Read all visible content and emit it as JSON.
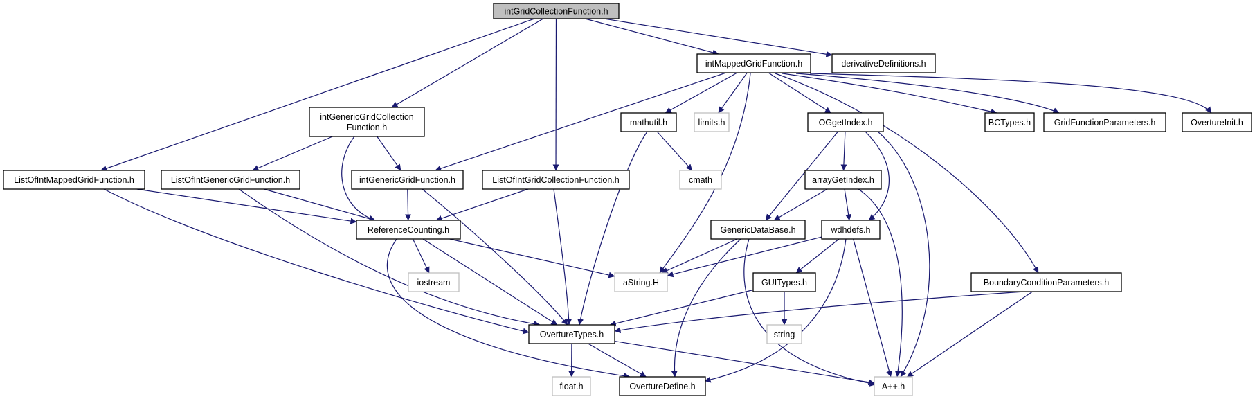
{
  "colors": {
    "edge": "#191970",
    "root_fill": "#bfbfbf",
    "node_border": "#000000",
    "external_border": "#bfbfbf",
    "background": "#ffffff"
  },
  "nodes": [
    {
      "id": "root",
      "label": "intGridCollectionFunction.h",
      "kind": "root"
    },
    {
      "id": "mapped",
      "label": "intMappedGridFunction.h",
      "kind": "file"
    },
    {
      "id": "deriv",
      "label": "derivativeDefinitions.h",
      "kind": "file"
    },
    {
      "id": "genericColl",
      "label": "intGenericGridCollection\nFunction.h",
      "kind": "file"
    },
    {
      "id": "mathutil",
      "label": "mathutil.h",
      "kind": "file"
    },
    {
      "id": "limits",
      "label": "limits.h",
      "kind": "external"
    },
    {
      "id": "ogget",
      "label": "OGgetIndex.h",
      "kind": "file"
    },
    {
      "id": "bctypes",
      "label": "BCTypes.h",
      "kind": "file"
    },
    {
      "id": "gfparams",
      "label": "GridFunctionParameters.h",
      "kind": "file"
    },
    {
      "id": "ovinit",
      "label": "OvertureInit.h",
      "kind": "file"
    },
    {
      "id": "listMapped",
      "label": "ListOfIntMappedGridFunction.h",
      "kind": "file"
    },
    {
      "id": "listGeneric",
      "label": "ListOfIntGenericGridFunction.h",
      "kind": "file"
    },
    {
      "id": "genericGF",
      "label": "intGenericGridFunction.h",
      "kind": "file"
    },
    {
      "id": "listColl",
      "label": "ListOfIntGridCollectionFunction.h",
      "kind": "file"
    },
    {
      "id": "cmath",
      "label": "cmath",
      "kind": "external"
    },
    {
      "id": "arrayget",
      "label": "arrayGetIndex.h",
      "kind": "file"
    },
    {
      "id": "refcount",
      "label": "ReferenceCounting.h",
      "kind": "file"
    },
    {
      "id": "gdb",
      "label": "GenericDataBase.h",
      "kind": "file"
    },
    {
      "id": "wdh",
      "label": "wdhdefs.h",
      "kind": "file"
    },
    {
      "id": "iostream",
      "label": "iostream",
      "kind": "external"
    },
    {
      "id": "astring",
      "label": "aString.H",
      "kind": "external"
    },
    {
      "id": "guitypes",
      "label": "GUITypes.h",
      "kind": "file"
    },
    {
      "id": "bcparams",
      "label": "BoundaryConditionParameters.h",
      "kind": "file"
    },
    {
      "id": "string",
      "label": "string",
      "kind": "external"
    },
    {
      "id": "ovtypes",
      "label": "OvertureTypes.h",
      "kind": "file"
    },
    {
      "id": "float",
      "label": "float.h",
      "kind": "external"
    },
    {
      "id": "ovdefine",
      "label": "OvertureDefine.h",
      "kind": "file"
    },
    {
      "id": "aplus",
      "label": "A++.h",
      "kind": "external"
    }
  ],
  "edges": [
    [
      "root",
      "listMapped"
    ],
    [
      "root",
      "genericColl"
    ],
    [
      "root",
      "listColl"
    ],
    [
      "root",
      "mapped"
    ],
    [
      "root",
      "deriv"
    ],
    [
      "mapped",
      "genericGF"
    ],
    [
      "mapped",
      "mathutil"
    ],
    [
      "mapped",
      "limits"
    ],
    [
      "mapped",
      "astring"
    ],
    [
      "mapped",
      "ogget"
    ],
    [
      "mapped",
      "bcparams"
    ],
    [
      "mapped",
      "bctypes"
    ],
    [
      "mapped",
      "gfparams"
    ],
    [
      "mapped",
      "ovinit"
    ],
    [
      "genericColl",
      "listGeneric"
    ],
    [
      "genericColl",
      "genericGF"
    ],
    [
      "genericColl",
      "refcount"
    ],
    [
      "mathutil",
      "cmath"
    ],
    [
      "mathutil",
      "ovtypes"
    ],
    [
      "ogget",
      "arrayget"
    ],
    [
      "ogget",
      "gdb"
    ],
    [
      "ogget",
      "wdh"
    ],
    [
      "ogget",
      "aplus"
    ],
    [
      "listMapped",
      "refcount"
    ],
    [
      "listMapped",
      "ovtypes"
    ],
    [
      "listGeneric",
      "refcount"
    ],
    [
      "listGeneric",
      "ovtypes"
    ],
    [
      "genericGF",
      "refcount"
    ],
    [
      "genericGF",
      "ovtypes"
    ],
    [
      "listColl",
      "refcount"
    ],
    [
      "listColl",
      "ovtypes"
    ],
    [
      "arrayget",
      "gdb"
    ],
    [
      "arrayget",
      "wdh"
    ],
    [
      "arrayget",
      "aplus"
    ],
    [
      "refcount",
      "iostream"
    ],
    [
      "refcount",
      "astring"
    ],
    [
      "refcount",
      "ovtypes"
    ],
    [
      "refcount",
      "ovdefine"
    ],
    [
      "gdb",
      "astring"
    ],
    [
      "gdb",
      "ovdefine"
    ],
    [
      "gdb",
      "aplus"
    ],
    [
      "wdh",
      "astring"
    ],
    [
      "wdh",
      "guitypes"
    ],
    [
      "wdh",
      "ovdefine"
    ],
    [
      "wdh",
      "aplus"
    ],
    [
      "guitypes",
      "string"
    ],
    [
      "guitypes",
      "ovtypes"
    ],
    [
      "bcparams",
      "ovtypes"
    ],
    [
      "bcparams",
      "aplus"
    ],
    [
      "ovtypes",
      "float"
    ],
    [
      "ovtypes",
      "ovdefine"
    ],
    [
      "ovtypes",
      "aplus"
    ]
  ]
}
